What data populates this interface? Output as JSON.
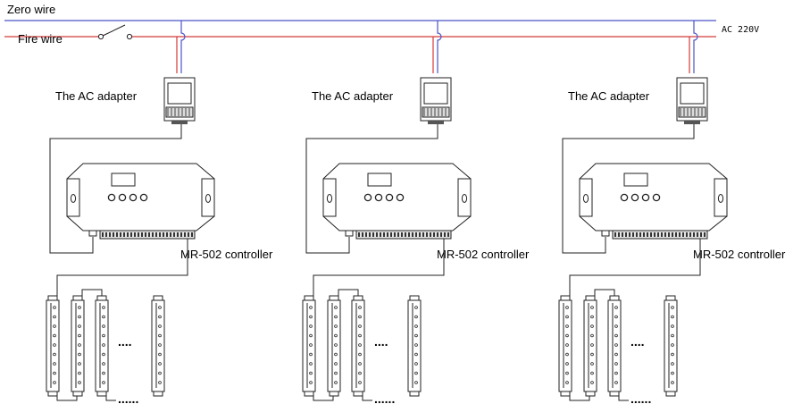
{
  "mains": {
    "zero_wire_label": "Zero wire",
    "fire_wire_label": "Fire wire",
    "voltage_label": "AC 220V",
    "zero_color": "#4a55c8",
    "fire_color": "#d43a3a"
  },
  "units": [
    {
      "adapter_label": "The AC adapter",
      "controller_label": "MR-502 controller",
      "ellipsis": "....",
      "bottom_ellipsis": "......"
    },
    {
      "adapter_label": "The AC adapter",
      "controller_label": "MR-502 controller",
      "ellipsis": "....",
      "bottom_ellipsis": "......"
    },
    {
      "adapter_label": "The AC adapter",
      "controller_label": "MR-502 controller",
      "ellipsis": "....",
      "bottom_ellipsis": "......"
    }
  ]
}
